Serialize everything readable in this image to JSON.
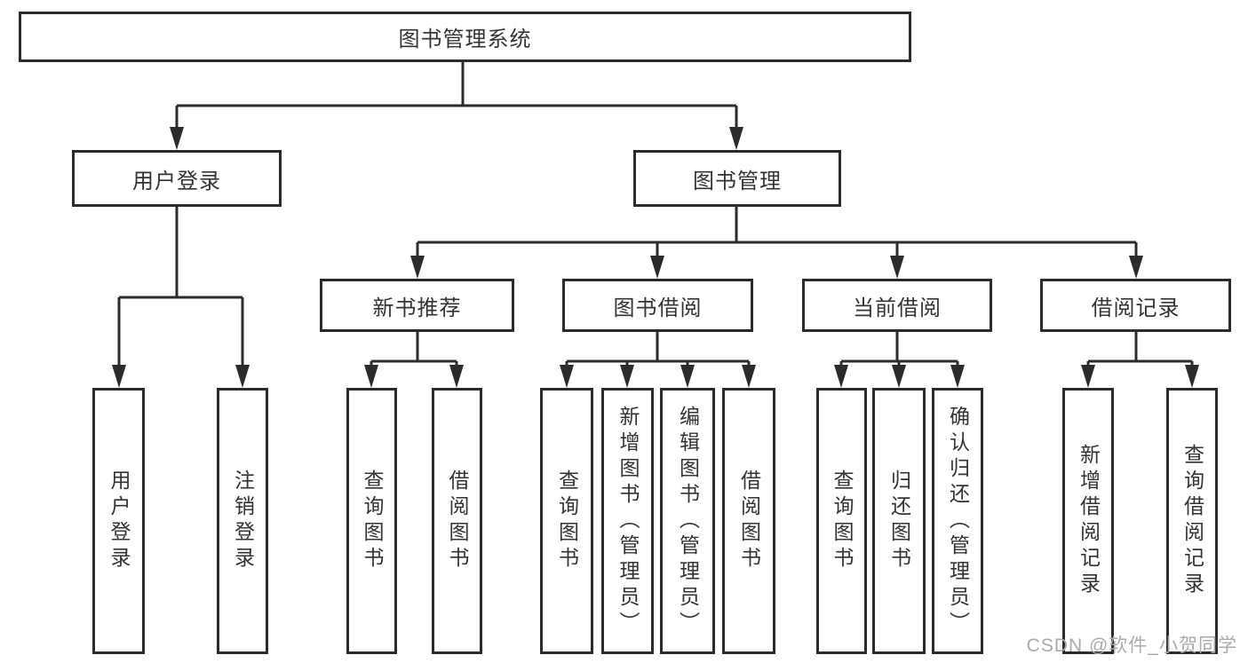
{
  "tree": {
    "label": "图书管理系统",
    "children": [
      {
        "label": "用户登录",
        "children": [
          {
            "label": "用户登录"
          },
          {
            "label": "注销登录"
          }
        ]
      },
      {
        "label": "图书管理",
        "children": [
          {
            "label": "新书推荐",
            "children": [
              {
                "label": "查询图书"
              },
              {
                "label": "借阅图书"
              }
            ]
          },
          {
            "label": "图书借阅",
            "children": [
              {
                "label": "查询图书"
              },
              {
                "label": "新增图书（管理员）"
              },
              {
                "label": "编辑图书（管理员）"
              },
              {
                "label": "借阅图书"
              }
            ]
          },
          {
            "label": "当前借阅",
            "children": [
              {
                "label": "查询图书"
              },
              {
                "label": "归还图书"
              },
              {
                "label": "确认归还（管理员）"
              }
            ]
          },
          {
            "label": "借阅记录",
            "children": [
              {
                "label": "新增借阅记录"
              },
              {
                "label": "查询借阅记录"
              }
            ]
          }
        ]
      }
    ]
  },
  "watermark": {
    "text": "CSDN @软件_小贺同学",
    "color": "#ababab"
  },
  "colors": {
    "line": "#2b2b2b",
    "box_border": "#2b2b2b",
    "text": "#333333",
    "background": "#ffffff"
  }
}
